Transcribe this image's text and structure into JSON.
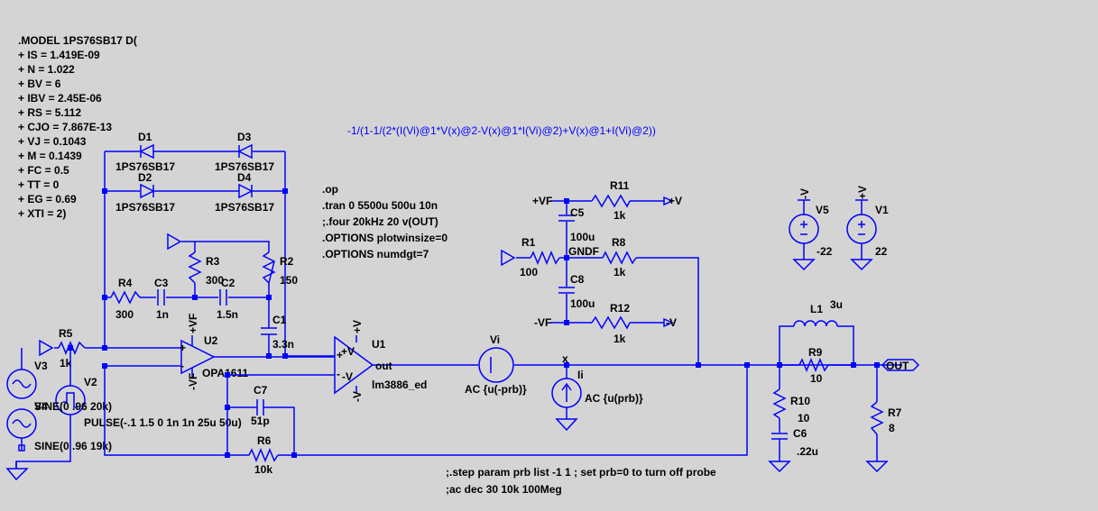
{
  "model_lines": [
    ".MODEL 1PS76SB17 D(",
    "+ IS = 1.419E-09",
    "+ N = 1.022",
    "+ BV = 6",
    "+ IBV = 2.45E-06",
    "+ RS = 5.112",
    "+ CJO = 7.867E-13",
    "+ VJ = 0.1043",
    "+ M = 0.1439",
    "+ FC = 0.5",
    "+ TT = 0",
    "+ EG = 0.69",
    "+ XTI = 2)"
  ],
  "directives": [
    ".op",
    ".tran 0 5500u 500u 10n",
    ";.four 20kHz 20 v(OUT)",
    ".OPTIONS plotwinsize=0",
    ".OPTIONS numdgt=7"
  ],
  "formula": "-1/(1-1/(2*(I(Vi)@1*V(x)@2-V(x)@1*I(Vi)@2)+V(x)@1+I(Vi)@2))",
  "step_line": ";.step param prb list -1 1 ; set prb=0 to turn off probe",
  "ac_line": ";ac dec 30 10k 100Meg",
  "diodes": {
    "d1": {
      "name": "D1",
      "model": "1PS76SB17"
    },
    "d2": {
      "name": "D2",
      "model": "1PS76SB17"
    },
    "d3": {
      "name": "D3",
      "model": "1PS76SB17"
    },
    "d4": {
      "name": "D4",
      "model": "1PS76SB17"
    }
  },
  "resistors": {
    "r1": {
      "name": "R1",
      "value": "100"
    },
    "r2": {
      "name": "R2",
      "value": "150"
    },
    "r3": {
      "name": "R3",
      "value": "300"
    },
    "r4": {
      "name": "R4",
      "value": "300"
    },
    "r5": {
      "name": "R5",
      "value": "1k"
    },
    "r6": {
      "name": "R6",
      "value": "10k"
    },
    "r7": {
      "name": "R7",
      "value": "8"
    },
    "r8": {
      "name": "R8",
      "value": "1k"
    },
    "r9": {
      "name": "R9",
      "value": "10"
    },
    "r10": {
      "name": "R10",
      "value": "10"
    },
    "r11": {
      "name": "R11",
      "value": "1k"
    },
    "r12": {
      "name": "R12",
      "value": "1k"
    }
  },
  "capacitors": {
    "c1": {
      "name": "C1",
      "value": "3.3n"
    },
    "c2": {
      "name": "C2",
      "value": "1.5n"
    },
    "c3": {
      "name": "C3",
      "value": "1n"
    },
    "c5": {
      "name": "C5",
      "value": "100u"
    },
    "c6": {
      "name": "C6",
      "value": ".22u"
    },
    "c7": {
      "name": "C7",
      "value": "51p"
    },
    "c8": {
      "name": "C8",
      "value": "100u"
    }
  },
  "inductors": {
    "l1": {
      "name": "L1",
      "value": "3u"
    }
  },
  "sources": {
    "v1": {
      "name": "V1",
      "value": "22"
    },
    "v5": {
      "name": "V5",
      "value": "-22"
    },
    "v2": {
      "name": "V2",
      "value": "PULSE(-.1 1.5 0 1n 1n 25u 50u)"
    },
    "v3": {
      "name": "V3"
    },
    "v4": {
      "name": "V4"
    },
    "v3_sine": "SINE(0 .96 20k)",
    "v4_sine": "SINE(0 .96 19k)",
    "vi": {
      "name": "Vi",
      "value": "AC {u(-prb)}"
    },
    "ii": {
      "name": "Ii",
      "value": "AC {u(prb)}"
    }
  },
  "opamps": {
    "u1": {
      "name": "U1",
      "model": "lm3886_ed",
      "out": "out",
      "vp": "+V",
      "vm": "-V",
      "plus": "+",
      "minus": "-"
    },
    "u2": {
      "name": "U2",
      "model": "OPA1611",
      "plus": "+",
      "minus": "-"
    }
  },
  "nets": {
    "pvf": "+VF",
    "mvf": "-VF",
    "pv": "+V",
    "mv": "-V",
    "gndf": "GNDF",
    "x": "x",
    "out": "OUT"
  }
}
